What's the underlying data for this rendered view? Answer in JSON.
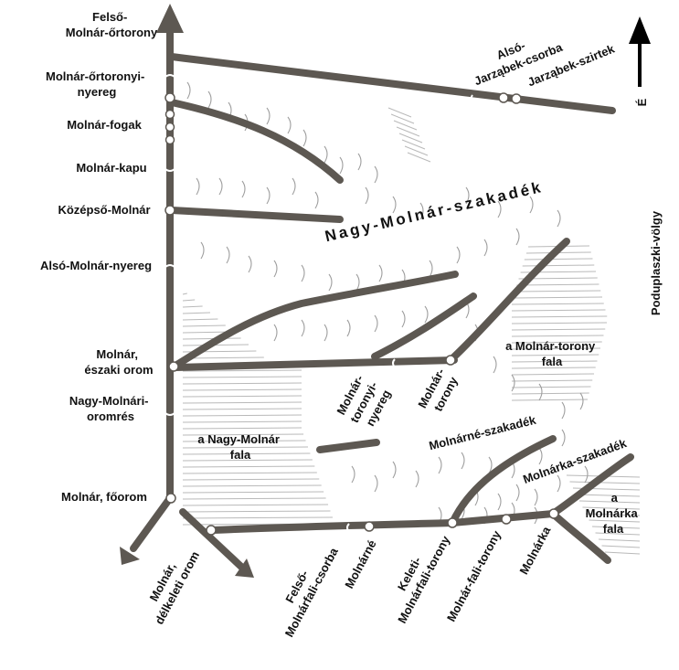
{
  "north_label": "É",
  "colors": {
    "ridge": "#5d5852",
    "text": "#111111",
    "hatch": "#b9b9b9",
    "background": "#ffffff"
  },
  "labels": {
    "felso_molnar_ortorony": [
      "Felső-",
      "Molnár-őrtorony"
    ],
    "molnar_ortoronyi_nyereg": [
      "Molnár-őrtoronyi-",
      "nyereg"
    ],
    "molnar_fogak": "Molnár-fogak",
    "molnar_kapu": "Molnár-kapu",
    "kozepso_molnar": "Középső-Molnár",
    "also_molnar_nyereg": "Alsó-Molnár-nyereg",
    "molnar_eszaki_orom": [
      "Molnár,",
      "északi orom"
    ],
    "nagy_molnari_oromres": [
      "Nagy-Molnári-",
      "oromrés"
    ],
    "molnar_foorom": "Molnár, főorom",
    "also_jarzabek_csorba": [
      "Alsó-",
      "Jarząbek-csorba"
    ],
    "jarzabek_szirtek": "Jarząbek-szirtek",
    "nagy_molnar_szakadek": "Nagy-Molnár-szakadék",
    "poduplaszki_volgy": "Poduplaszki-völgy",
    "a_molnar_torony_fala": [
      "a Molnár-torony",
      "fala"
    ],
    "molnar_toronyi_nyereg": [
      "Molnár-",
      "toronyi-",
      "nyereg"
    ],
    "molnar_torony": [
      "Molnár-",
      "torony"
    ],
    "molnarne_szakadek": "Molnárné-szakadék",
    "a_nagy_molnar_fala": [
      "a Nagy-Molnár",
      "fala"
    ],
    "molnarka_szakadek": "Molnárka-szakadék",
    "a_molnarka_fala": [
      "a",
      "Molnárka",
      "fala"
    ],
    "molnar_delkeleti_orom": [
      "Molnár,",
      "délkeleti orom"
    ],
    "felso_molnarfali_csorba": [
      "Felső-",
      "Molnárfali-csorba"
    ],
    "molnarne": "Molnárné",
    "keleti_molnarfali_torony": [
      "Keleti-",
      "Molnárfali-torony"
    ],
    "molnar_fali_torony": "Molnár-fali-torony",
    "molnarka": "Molnárka"
  }
}
